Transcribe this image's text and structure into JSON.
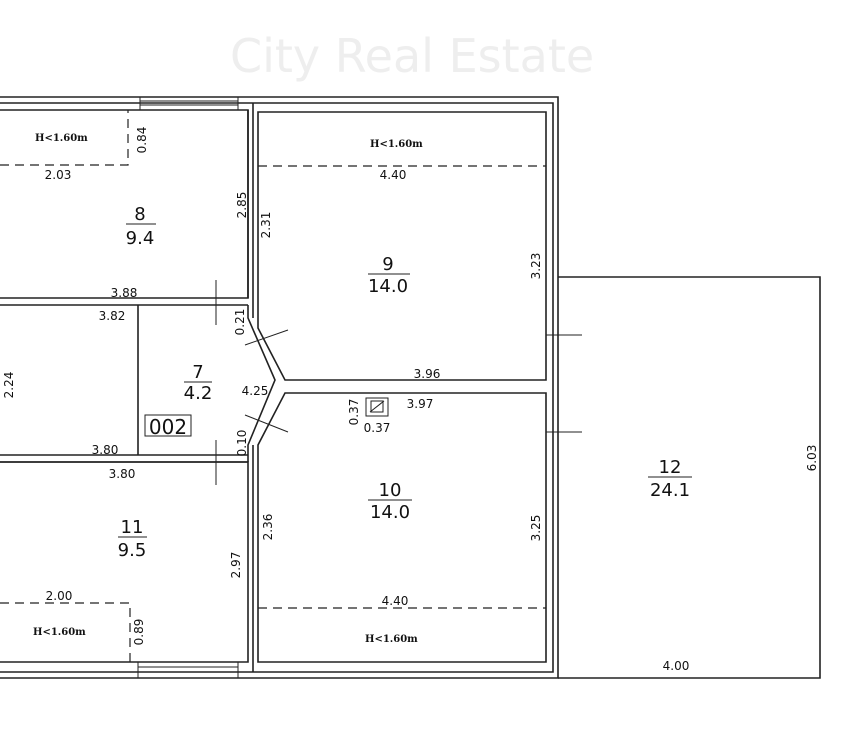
{
  "watermark": "City Real Estate",
  "rooms": {
    "r8": {
      "number": "8",
      "area": "9.4"
    },
    "r9": {
      "number": "9",
      "area": "14.0"
    },
    "r7": {
      "number": "7",
      "area": "4.2"
    },
    "r10": {
      "number": "10",
      "area": "14.0"
    },
    "r11": {
      "number": "11",
      "area": "9.5"
    },
    "r12": {
      "number": "12",
      "area": "24.1"
    }
  },
  "low_ceiling_label": "H<1.60m",
  "unit_code": "002",
  "dimensions": {
    "d084": "0.84",
    "d203": "2.03",
    "d285": "2.85",
    "d231": "2.31",
    "d440a": "4.40",
    "d323": "3.23",
    "d388": "3.88",
    "d382": "3.82",
    "d021": "0.21",
    "d224": "2.24",
    "d425": "4.25",
    "d396": "3.96",
    "d037a": "0.37",
    "d037b": "0.37",
    "d397": "3.97",
    "d010": "0.10",
    "d380a": "3.80",
    "d380b": "3.80",
    "d236": "2.36",
    "d297": "2.97",
    "d325": "3.25",
    "d200": "2.00",
    "d440b": "4.40",
    "d089": "0.89",
    "d603": "6.03",
    "d400": "4.00"
  }
}
